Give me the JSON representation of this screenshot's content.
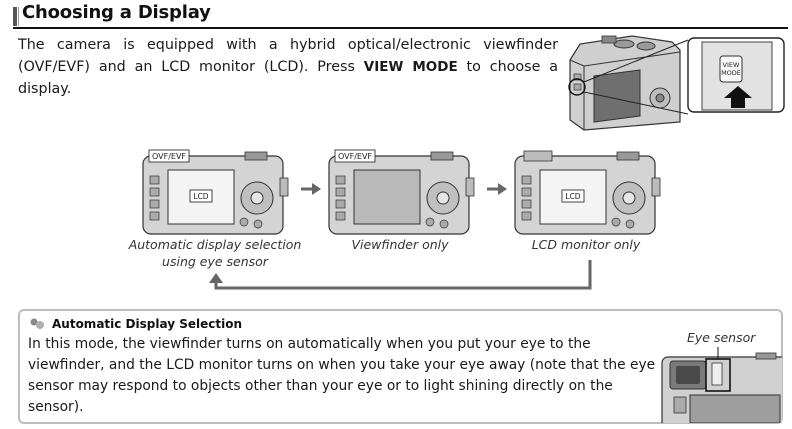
{
  "heading": {
    "title": "Choosing a Display"
  },
  "intro": {
    "text_before": "The camera is equipped with a hybrid optical/electronic viewfinder (OVF/EVF) and an LCD monitor (LCD). Press ",
    "button_name": "VIEW MODE",
    "text_after": " to choose a display."
  },
  "top_illustration": {
    "button_label_line1": "VIEW",
    "button_label_line2": "MODE"
  },
  "modes": [
    {
      "overlay_top": "OVF/EVF",
      "overlay_screen": "LCD",
      "caption_line1": "Automatic display selection",
      "caption_line2": "using eye sensor"
    },
    {
      "overlay_top": "OVF/EVF",
      "overlay_screen": "",
      "caption_line1": "Viewfinder only",
      "caption_line2": ""
    },
    {
      "overlay_top": "",
      "overlay_screen": "LCD",
      "caption_line1": "LCD monitor only",
      "caption_line2": ""
    }
  ],
  "note": {
    "title": "Automatic Display Selection",
    "body": "In this mode, the viewfinder turns on automatically when you put your eye to the viewfinder, and the LCD monitor turns on when you take your eye away (note that the eye sensor may respond to objects other than your eye or to light shining directly on the sensor).",
    "eye_sensor_label": "Eye sensor"
  }
}
